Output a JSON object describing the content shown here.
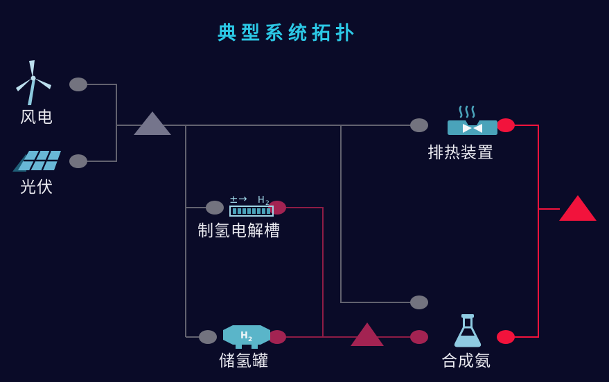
{
  "title": "典型系统拓扑",
  "devices": {
    "wind": {
      "label": "风电"
    },
    "pv": {
      "label": "光伏"
    },
    "heat": {
      "label": "排热装置"
    },
    "electrolyzer": {
      "label": "制氢电解槽",
      "plus_minus": "±",
      "arrow": "→",
      "h": "H",
      "sub": "2"
    },
    "tank": {
      "label": "储氢罐",
      "h": "H",
      "sub": "2"
    },
    "ammonia": {
      "label": "合成氨"
    }
  },
  "colors": {
    "background": "#0a0b28",
    "title": "#2cc9e6",
    "gray_line": "#62626f",
    "gray_node": "#73737f",
    "gray_triangle": "#75758c",
    "crimson_line": "#8e1c45",
    "crimson_node": "#a32352",
    "red": "#f2133c",
    "teal": "#4aa3ba",
    "light_blue": "#8fcbe2",
    "label_text": "#e9e9ef"
  }
}
